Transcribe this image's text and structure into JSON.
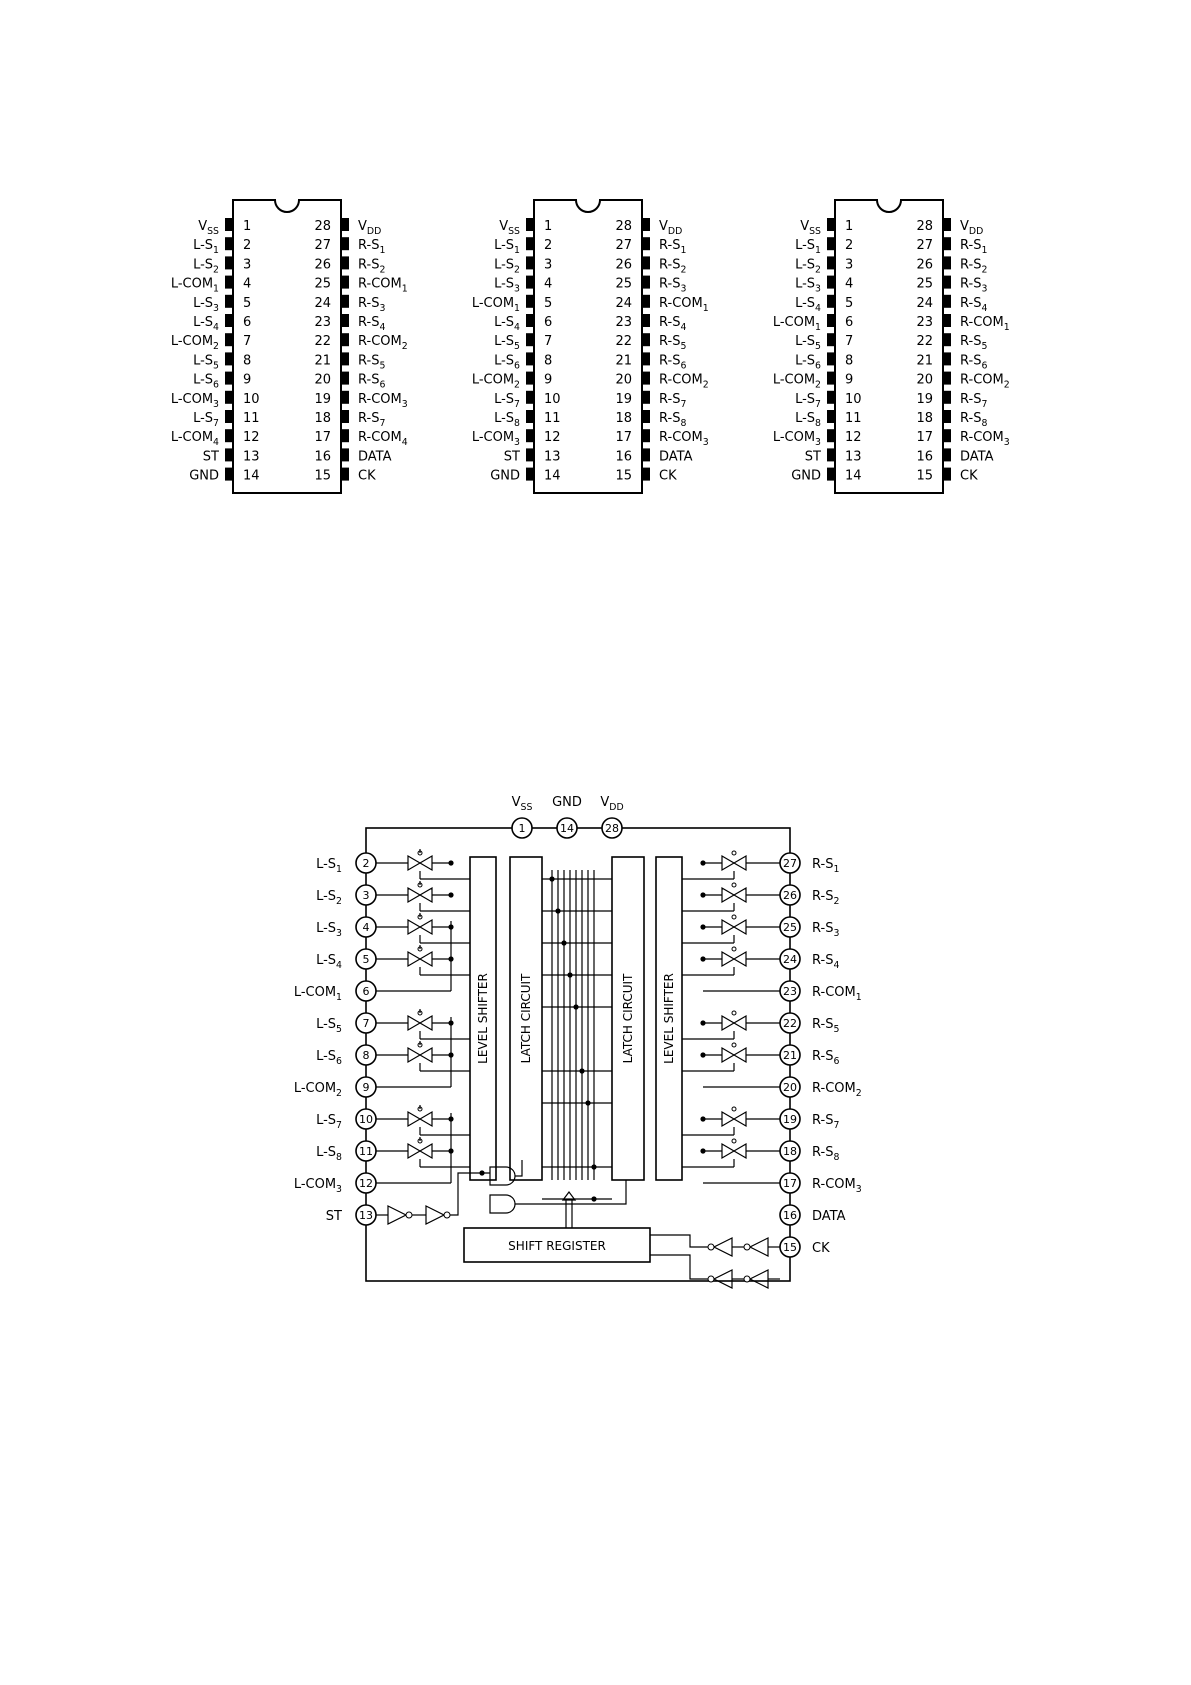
{
  "pinouts": [
    {
      "left": [
        {
          "n": "1",
          "b": "V",
          "s": "SS"
        },
        {
          "n": "2",
          "b": "L-S",
          "s": "1"
        },
        {
          "n": "3",
          "b": "L-S",
          "s": "2"
        },
        {
          "n": "4",
          "b": "L-COM",
          "s": "1"
        },
        {
          "n": "5",
          "b": "L-S",
          "s": "3"
        },
        {
          "n": "6",
          "b": "L-S",
          "s": "4"
        },
        {
          "n": "7",
          "b": "L-COM",
          "s": "2"
        },
        {
          "n": "8",
          "b": "L-S",
          "s": "5"
        },
        {
          "n": "9",
          "b": "L-S",
          "s": "6"
        },
        {
          "n": "10",
          "b": "L-COM",
          "s": "3"
        },
        {
          "n": "11",
          "b": "L-S",
          "s": "7"
        },
        {
          "n": "12",
          "b": "L-COM",
          "s": "4"
        },
        {
          "n": "13",
          "b": "ST",
          "s": ""
        },
        {
          "n": "14",
          "b": "GND",
          "s": ""
        }
      ],
      "right": [
        {
          "n": "28",
          "b": "V",
          "s": "DD"
        },
        {
          "n": "27",
          "b": "R-S",
          "s": "1"
        },
        {
          "n": "26",
          "b": "R-S",
          "s": "2"
        },
        {
          "n": "25",
          "b": "R-COM",
          "s": "1"
        },
        {
          "n": "24",
          "b": "R-S",
          "s": "3"
        },
        {
          "n": "23",
          "b": "R-S",
          "s": "4"
        },
        {
          "n": "22",
          "b": "R-COM",
          "s": "2"
        },
        {
          "n": "21",
          "b": "R-S",
          "s": "5"
        },
        {
          "n": "20",
          "b": "R-S",
          "s": "6"
        },
        {
          "n": "19",
          "b": "R-COM",
          "s": "3"
        },
        {
          "n": "18",
          "b": "R-S",
          "s": "7"
        },
        {
          "n": "17",
          "b": "R-COM",
          "s": "4"
        },
        {
          "n": "16",
          "b": "DATA",
          "s": ""
        },
        {
          "n": "15",
          "b": "CK",
          "s": ""
        }
      ]
    },
    {
      "left": [
        {
          "n": "1",
          "b": "V",
          "s": "SS"
        },
        {
          "n": "2",
          "b": "L-S",
          "s": "1"
        },
        {
          "n": "3",
          "b": "L-S",
          "s": "2"
        },
        {
          "n": "4",
          "b": "L-S",
          "s": "3"
        },
        {
          "n": "5",
          "b": "L-COM",
          "s": "1"
        },
        {
          "n": "6",
          "b": "L-S",
          "s": "4"
        },
        {
          "n": "7",
          "b": "L-S",
          "s": "5"
        },
        {
          "n": "8",
          "b": "L-S",
          "s": "6"
        },
        {
          "n": "9",
          "b": "L-COM",
          "s": "2"
        },
        {
          "n": "10",
          "b": "L-S",
          "s": "7"
        },
        {
          "n": "11",
          "b": "L-S",
          "s": "8"
        },
        {
          "n": "12",
          "b": "L-COM",
          "s": "3"
        },
        {
          "n": "13",
          "b": "ST",
          "s": ""
        },
        {
          "n": "14",
          "b": "GND",
          "s": ""
        }
      ],
      "right": [
        {
          "n": "28",
          "b": "V",
          "s": "DD"
        },
        {
          "n": "27",
          "b": "R-S",
          "s": "1"
        },
        {
          "n": "26",
          "b": "R-S",
          "s": "2"
        },
        {
          "n": "25",
          "b": "R-S",
          "s": "3"
        },
        {
          "n": "24",
          "b": "R-COM",
          "s": "1"
        },
        {
          "n": "23",
          "b": "R-S",
          "s": "4"
        },
        {
          "n": "22",
          "b": "R-S",
          "s": "5"
        },
        {
          "n": "21",
          "b": "R-S",
          "s": "6"
        },
        {
          "n": "20",
          "b": "R-COM",
          "s": "2"
        },
        {
          "n": "19",
          "b": "R-S",
          "s": "7"
        },
        {
          "n": "18",
          "b": "R-S",
          "s": "8"
        },
        {
          "n": "17",
          "b": "R-COM",
          "s": "3"
        },
        {
          "n": "16",
          "b": "DATA",
          "s": ""
        },
        {
          "n": "15",
          "b": "CK",
          "s": ""
        }
      ]
    },
    {
      "left": [
        {
          "n": "1",
          "b": "V",
          "s": "SS"
        },
        {
          "n": "2",
          "b": "L-S",
          "s": "1"
        },
        {
          "n": "3",
          "b": "L-S",
          "s": "2"
        },
        {
          "n": "4",
          "b": "L-S",
          "s": "3"
        },
        {
          "n": "5",
          "b": "L-S",
          "s": "4"
        },
        {
          "n": "6",
          "b": "L-COM",
          "s": "1"
        },
        {
          "n": "7",
          "b": "L-S",
          "s": "5"
        },
        {
          "n": "8",
          "b": "L-S",
          "s": "6"
        },
        {
          "n": "9",
          "b": "L-COM",
          "s": "2"
        },
        {
          "n": "10",
          "b": "L-S",
          "s": "7"
        },
        {
          "n": "11",
          "b": "L-S",
          "s": "8"
        },
        {
          "n": "12",
          "b": "L-COM",
          "s": "3"
        },
        {
          "n": "13",
          "b": "ST",
          "s": ""
        },
        {
          "n": "14",
          "b": "GND",
          "s": ""
        }
      ],
      "right": [
        {
          "n": "28",
          "b": "V",
          "s": "DD"
        },
        {
          "n": "27",
          "b": "R-S",
          "s": "1"
        },
        {
          "n": "26",
          "b": "R-S",
          "s": "2"
        },
        {
          "n": "25",
          "b": "R-S",
          "s": "3"
        },
        {
          "n": "24",
          "b": "R-S",
          "s": "4"
        },
        {
          "n": "23",
          "b": "R-COM",
          "s": "1"
        },
        {
          "n": "22",
          "b": "R-S",
          "s": "5"
        },
        {
          "n": "21",
          "b": "R-S",
          "s": "6"
        },
        {
          "n": "20",
          "b": "R-COM",
          "s": "2"
        },
        {
          "n": "19",
          "b": "R-S",
          "s": "7"
        },
        {
          "n": "18",
          "b": "R-S",
          "s": "8"
        },
        {
          "n": "17",
          "b": "R-COM",
          "s": "3"
        },
        {
          "n": "16",
          "b": "DATA",
          "s": ""
        },
        {
          "n": "15",
          "b": "CK",
          "s": ""
        }
      ]
    }
  ],
  "block": {
    "top_pins": [
      {
        "n": "1",
        "b": "V",
        "s": "SS"
      },
      {
        "n": "14",
        "b": "GND",
        "s": ""
      },
      {
        "n": "28",
        "b": "V",
        "s": "DD"
      }
    ],
    "left_pins": [
      {
        "n": "2",
        "b": "L-S",
        "s": "1",
        "sw": true
      },
      {
        "n": "3",
        "b": "L-S",
        "s": "2",
        "sw": true
      },
      {
        "n": "4",
        "b": "L-S",
        "s": "3",
        "sw": true
      },
      {
        "n": "5",
        "b": "L-S",
        "s": "4",
        "sw": true
      },
      {
        "n": "6",
        "b": "L-COM",
        "s": "1",
        "sw": false
      },
      {
        "n": "7",
        "b": "L-S",
        "s": "5",
        "sw": true
      },
      {
        "n": "8",
        "b": "L-S",
        "s": "6",
        "sw": true
      },
      {
        "n": "9",
        "b": "L-COM",
        "s": "2",
        "sw": false
      },
      {
        "n": "10",
        "b": "L-S",
        "s": "7",
        "sw": true
      },
      {
        "n": "11",
        "b": "L-S",
        "s": "8",
        "sw": true
      },
      {
        "n": "12",
        "b": "L-COM",
        "s": "3",
        "sw": false
      },
      {
        "n": "13",
        "b": "ST",
        "s": "",
        "sw": false
      }
    ],
    "right_pins": [
      {
        "n": "27",
        "b": "R-S",
        "s": "1",
        "sw": true
      },
      {
        "n": "26",
        "b": "R-S",
        "s": "2",
        "sw": true
      },
      {
        "n": "25",
        "b": "R-S",
        "s": "3",
        "sw": true
      },
      {
        "n": "24",
        "b": "R-S",
        "s": "4",
        "sw": true
      },
      {
        "n": "23",
        "b": "R-COM",
        "s": "1",
        "sw": false
      },
      {
        "n": "22",
        "b": "R-S",
        "s": "5",
        "sw": true
      },
      {
        "n": "21",
        "b": "R-S",
        "s": "6",
        "sw": true
      },
      {
        "n": "20",
        "b": "R-COM",
        "s": "2",
        "sw": false
      },
      {
        "n": "19",
        "b": "R-S",
        "s": "7",
        "sw": true
      },
      {
        "n": "18",
        "b": "R-S",
        "s": "8",
        "sw": true
      },
      {
        "n": "17",
        "b": "R-COM",
        "s": "3",
        "sw": false
      },
      {
        "n": "16",
        "b": "DATA",
        "s": "",
        "sw": false
      },
      {
        "n": "15",
        "b": "CK",
        "s": "",
        "sw": false
      }
    ],
    "level_shifter_label": "LEVEL SHIFTER",
    "latch_circuit_label": "LATCH CIRCUIT",
    "shift_register_label": "SHIFT REGISTER"
  }
}
